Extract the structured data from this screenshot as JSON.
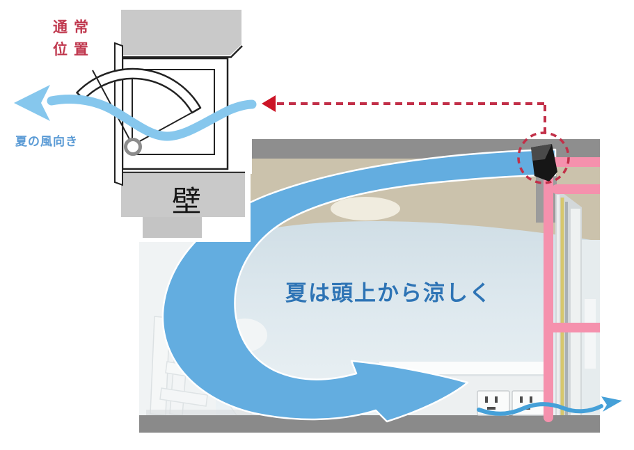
{
  "inset": {
    "normal_position_line1": "通常",
    "normal_position_line2": "位置",
    "summer_wind_direction": "夏の風向き",
    "wall": "壁"
  },
  "room": {
    "caption": "夏は頭上から涼しく"
  },
  "icons": {
    "airflow": "large-curved-arrow",
    "inset_stream": "wavy-arrow-left",
    "annotation": "dashed-arrow-left-with-circle",
    "floor_stream": "small-wavy-arrow-right"
  },
  "colors": {
    "airflow_blue": "#63ADE0",
    "stream_blue": "#86C7ED",
    "annotation_red": "#C22F48",
    "arrowhead_red": "#CC1426",
    "normal_position_red": "#C0394F",
    "wind_label_blue": "#5B9BD5",
    "caption_blue": "#2E74B5",
    "pipe_pink": "#F591AD",
    "block_gray": "#C9C9C9",
    "floor_gray": "#8A8A8A",
    "ceiling_tan": "#CBC2AC"
  }
}
